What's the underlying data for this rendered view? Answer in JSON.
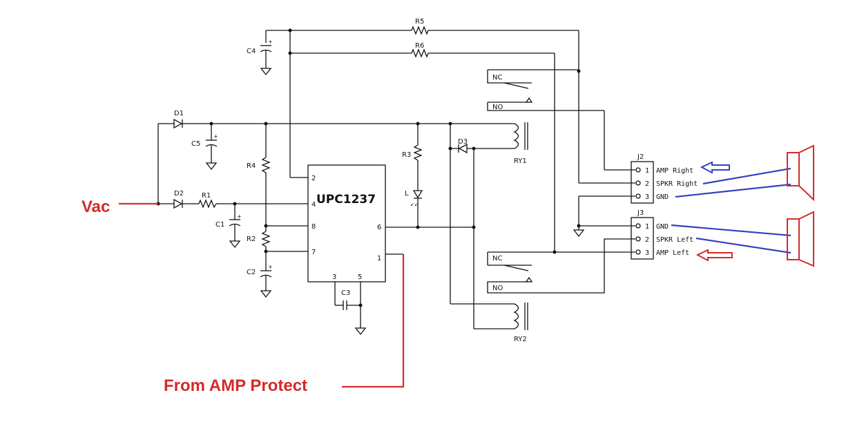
{
  "labels": {
    "input": "Vac",
    "protect": "From AMP Protect",
    "ic": "UPC1237"
  },
  "components": {
    "d1": "D1",
    "d2": "D2",
    "d3": "D3",
    "r1": "R1",
    "r2": "R2",
    "r3": "R3",
    "r4": "R4",
    "r5": "R5",
    "r6": "R6",
    "c1": "C1",
    "c2": "C2",
    "c3": "C3",
    "c4": "C4",
    "c5": "C5",
    "led": "L",
    "ry1": "RY1",
    "ry2": "RY2",
    "j2": "J2",
    "j3": "J3"
  },
  "ic_pins": [
    "1",
    "2",
    "3",
    "4",
    "5",
    "6",
    "7",
    "8"
  ],
  "relay_contacts": {
    "nc": "NC",
    "no": "NO"
  },
  "j2_pins": [
    {
      "num": "1",
      "label": "AMP Right"
    },
    {
      "num": "2",
      "label": "SPKR Right"
    },
    {
      "num": "3",
      "label": "GND"
    }
  ],
  "j3_pins": [
    {
      "num": "1",
      "label": "GND"
    },
    {
      "num": "2",
      "label": "SPKR Left"
    },
    {
      "num": "3",
      "label": "AMP Left"
    }
  ],
  "colors": {
    "annotation": "#d42a2a",
    "speaker_wire": "#3540c0",
    "right_arrow": "#3540c0",
    "left_arrow": "#d42a2a"
  }
}
